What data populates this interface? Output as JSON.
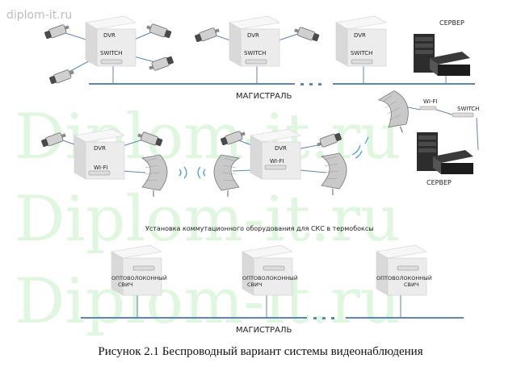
{
  "watermark_small": "diplom-it.ru",
  "watermark_large": "Diplom-it.ru",
  "labels": {
    "dvr": "DVR",
    "switch": "SWITCH",
    "wifi": "WI-FI",
    "server": "СЕРВЕР",
    "magistral": "МАГИСТРАЛЬ",
    "fiber_switch_line1": "ОПТОВОЛОКОННЫЙ",
    "fiber_switch_line2": "СВИЧ",
    "install_text": "Установка коммутационного оборудования для СКС в термобоксы"
  },
  "caption": "Рисунок 2.1 Беспроводный вариант системы видеонаблюдения",
  "colors": {
    "line": "#5d86b4",
    "box": "#eeeeee",
    "box_side": "#d8d8d8",
    "watermark": "#dff7df",
    "wave": "#3d9bd6"
  }
}
